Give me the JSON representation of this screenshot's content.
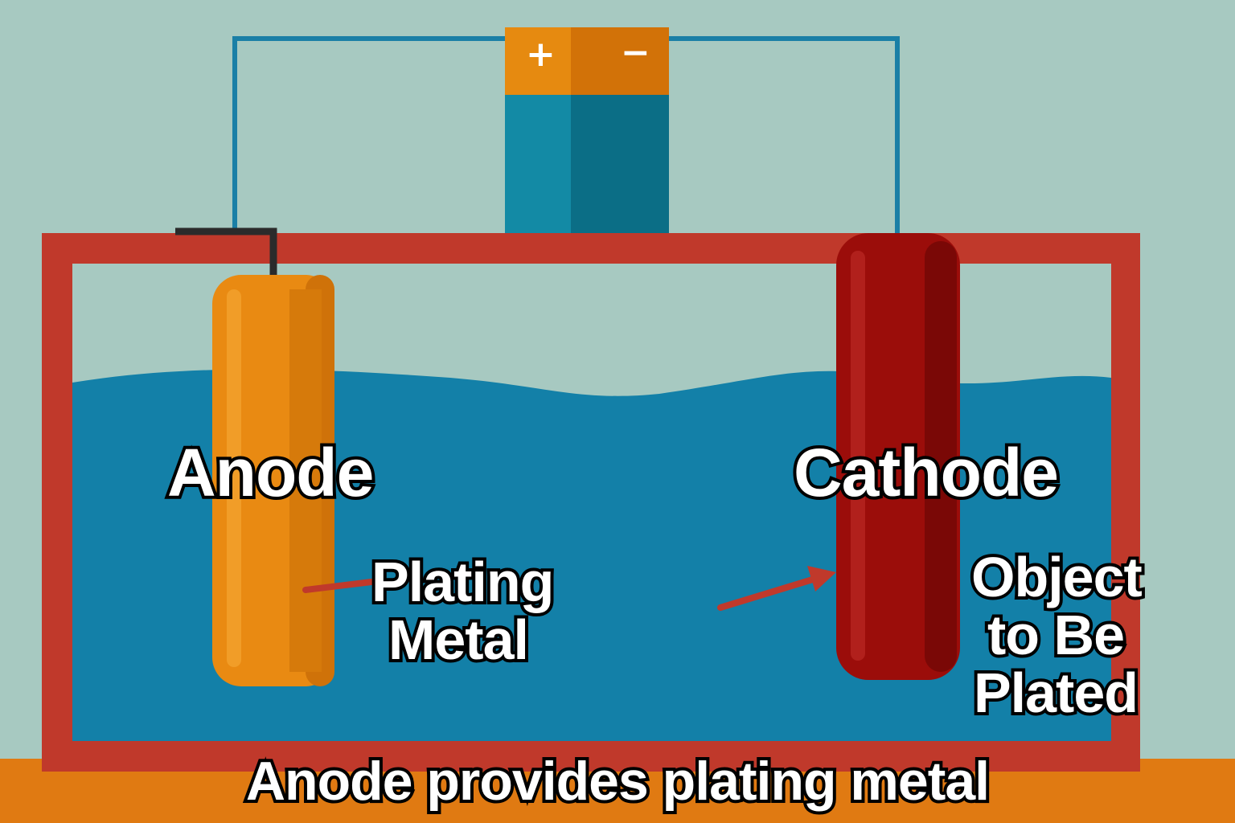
{
  "labels": {
    "anode": "Anode",
    "cathode": "Cathode",
    "plating_metal": [
      "Plating",
      "Metal"
    ],
    "object_to_be_plated": [
      "Object",
      "to Be",
      "Plated"
    ],
    "caption": "Anode provides plating metal"
  },
  "battery": {
    "positive_symbol": "+",
    "negative_symbol": "−"
  },
  "colors": {
    "background": "#a7c9c1",
    "floor": "#e07a12",
    "tank": "#c0392b",
    "electrolyte": "#1380a8",
    "wire": "#1a7fa6",
    "anode": "#e98a12",
    "cathode": "#9b0d0a",
    "battery_top": "#e38a12",
    "battery_body": "#138aa5",
    "arrow": "#c0392b"
  }
}
